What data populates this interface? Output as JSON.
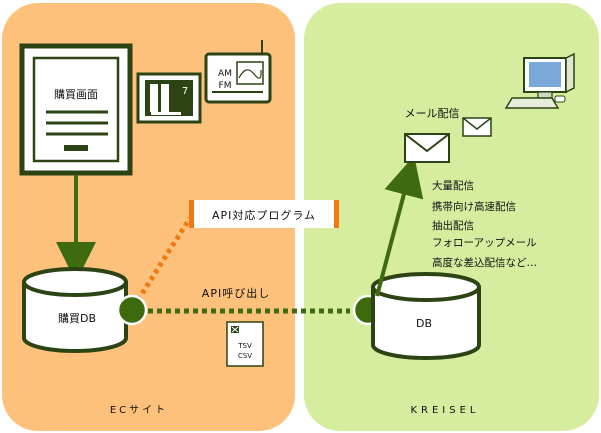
{
  "panels": {
    "ec_site": {
      "label": "ECサイト",
      "color": "#fdc17c"
    },
    "kreisel": {
      "label": "KREISEL",
      "color": "#d6ec9f"
    }
  },
  "ec": {
    "purchase_screen_label": "購買画面",
    "purchase_db_label": "購買DB",
    "radio_am": "AM",
    "radio_fm": "FM",
    "tv_channel": "7",
    "tsv_label": "TSV",
    "csv_label": "CSV"
  },
  "api_program": {
    "label": "API対応プログラム"
  },
  "api_call": {
    "label": "API呼び出し"
  },
  "kreisel": {
    "db_label": "DB",
    "mail_delivery_label": "メール配信",
    "features": [
      "大量配信",
      "携帯向け高速配信",
      "抽出配信",
      "フォローアップメール",
      "高度な差込配信など…"
    ]
  },
  "colors": {
    "arrow_green": "#3e6b10",
    "dot_orange": "#f07a10",
    "dot_green": "#3e6b10",
    "node_green": "#3c6a0d",
    "frame_dark": "#2c4314"
  }
}
